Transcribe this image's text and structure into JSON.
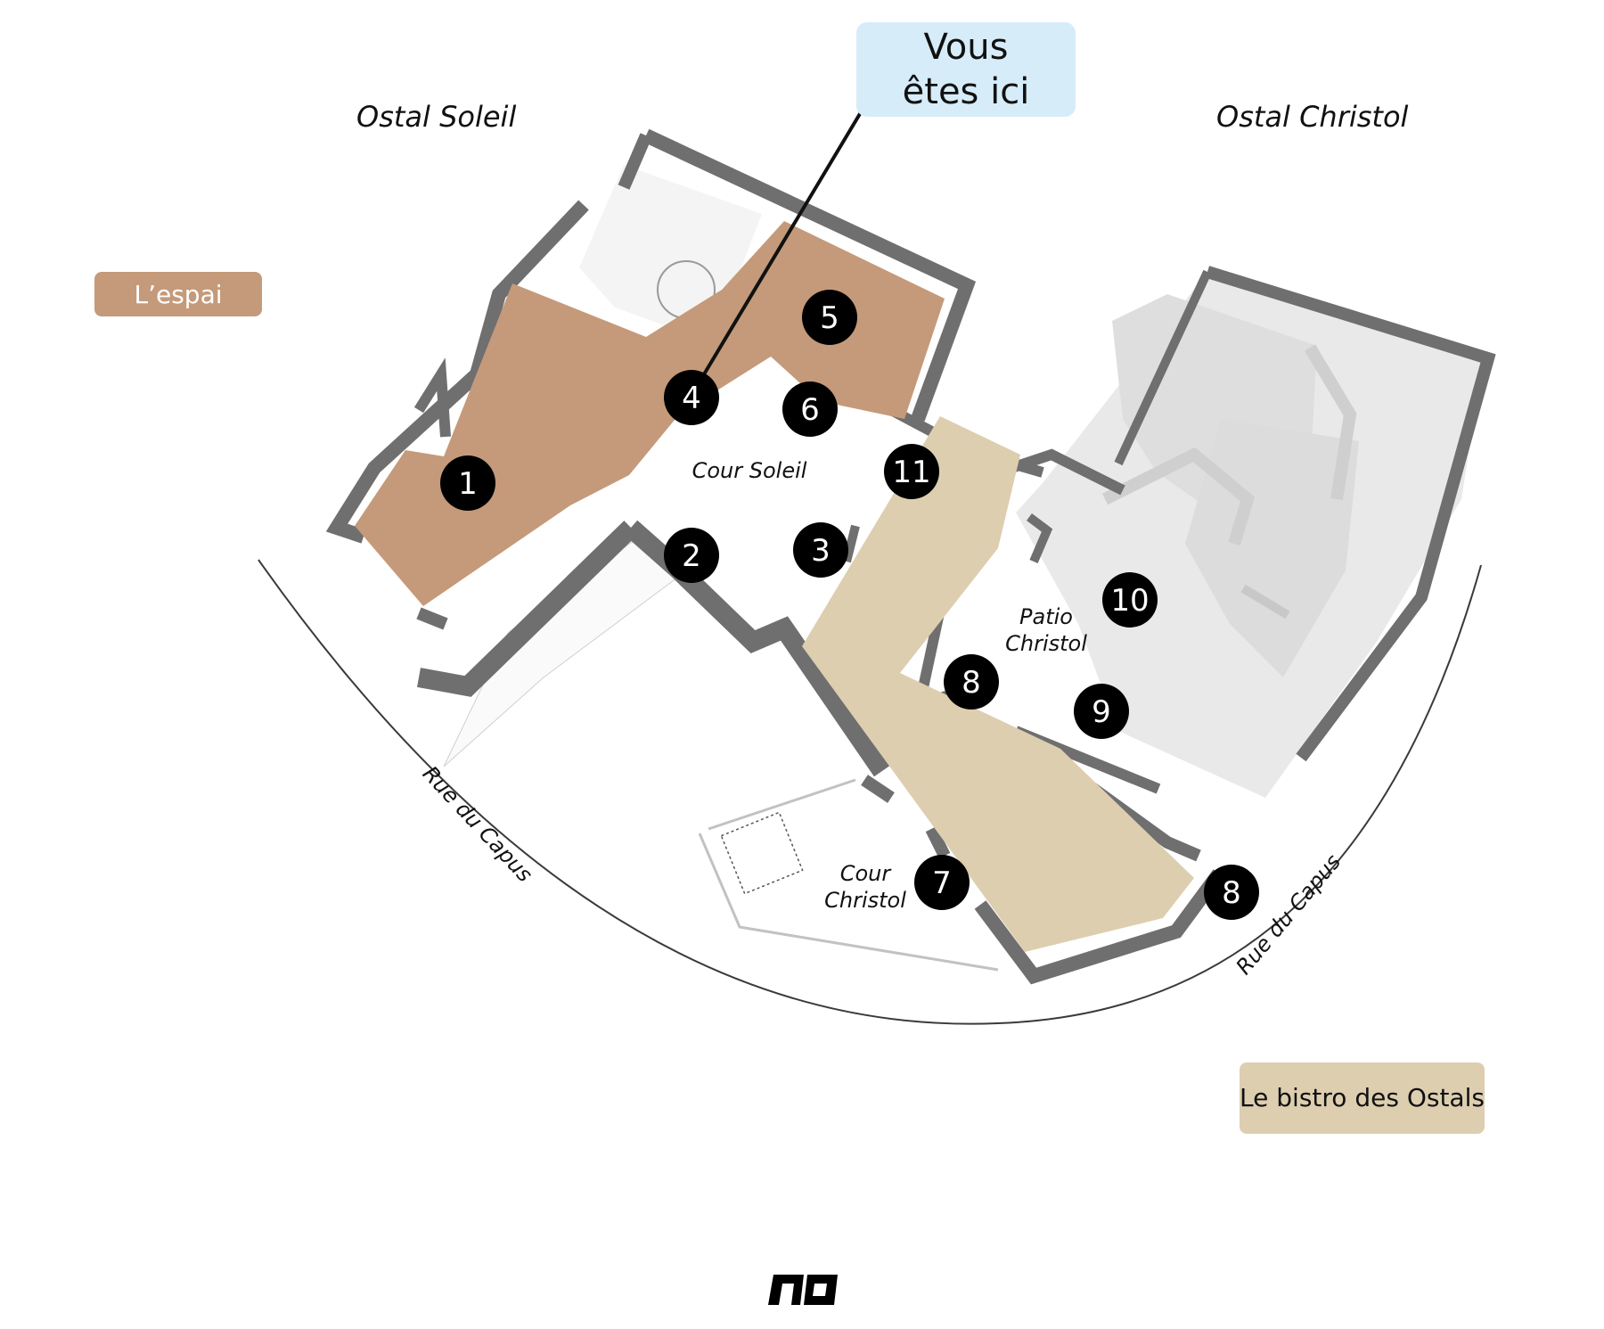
{
  "title_left": "Ostal Soleil",
  "title_right": "Ostal Christol",
  "you_are_here": {
    "line1": "Vous",
    "line2": "êtes ici",
    "bg_color": "#d6ecf9"
  },
  "legend": {
    "espai": {
      "label": "L’espai",
      "color": "#c49a7a"
    },
    "bistro": {
      "label": "Le bistro des Ostals",
      "color": "#ddceb0"
    }
  },
  "areas": {
    "cour_soleil": "Cour Soleil",
    "patio_christol_line1": "Patio",
    "patio_christol_line2": "Christol",
    "cour_christol_line1": "Cour",
    "cour_christol_line2": "Christol"
  },
  "streets": {
    "left": "Rue du Capus",
    "right": "Rue du Capus"
  },
  "markers": [
    "1",
    "2",
    "3",
    "4",
    "5",
    "6",
    "7",
    "8",
    "8",
    "9",
    "10",
    "11"
  ],
  "colors": {
    "wall": "#6f6f6f",
    "marker_bg": "#000000",
    "marker_text": "#ffffff",
    "christol_fill": "#e9e9e9"
  }
}
